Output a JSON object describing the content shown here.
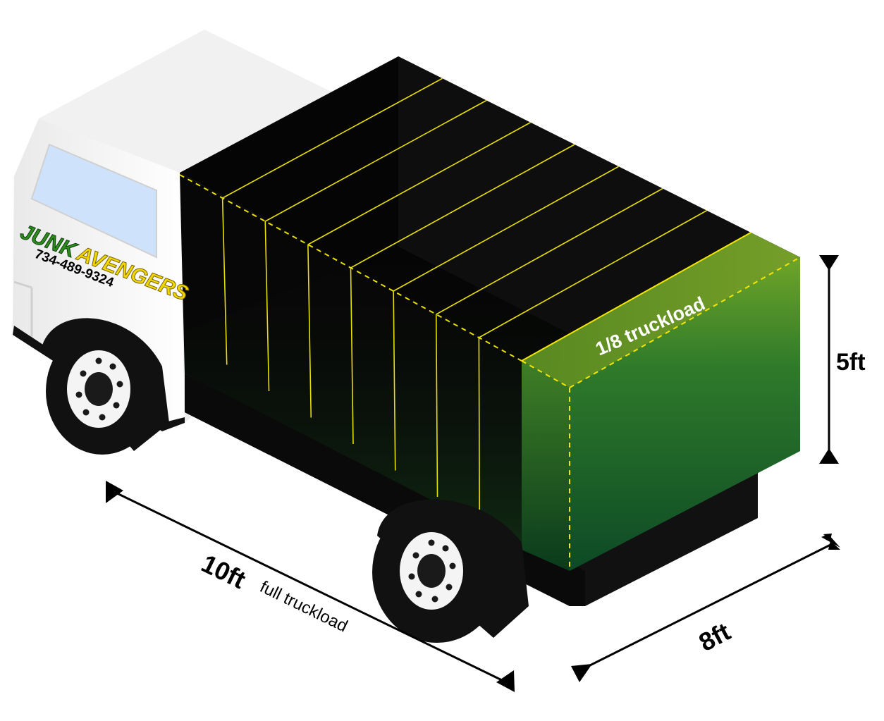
{
  "brand": {
    "name_part1": "JUNK",
    "name_part2": "AVENGERS",
    "phone": "734-489-9324"
  },
  "diagram": {
    "fill_label": "1/8 truckload",
    "length_value": "10ft",
    "length_caption": "full truckload",
    "width_value": "8ft",
    "height_value": "5ft",
    "fill_fraction": 0.125,
    "sections": 8
  },
  "colors": {
    "cargo_box": "#0b0b0b",
    "fill_green": "#2f7a2a",
    "divider_yellow": "#e8e000",
    "brand_green": "#2e8b1e",
    "brand_yellow": "#f2d600",
    "cab_white": "#f5f5f5",
    "window_blue": "#cfe2fb"
  }
}
